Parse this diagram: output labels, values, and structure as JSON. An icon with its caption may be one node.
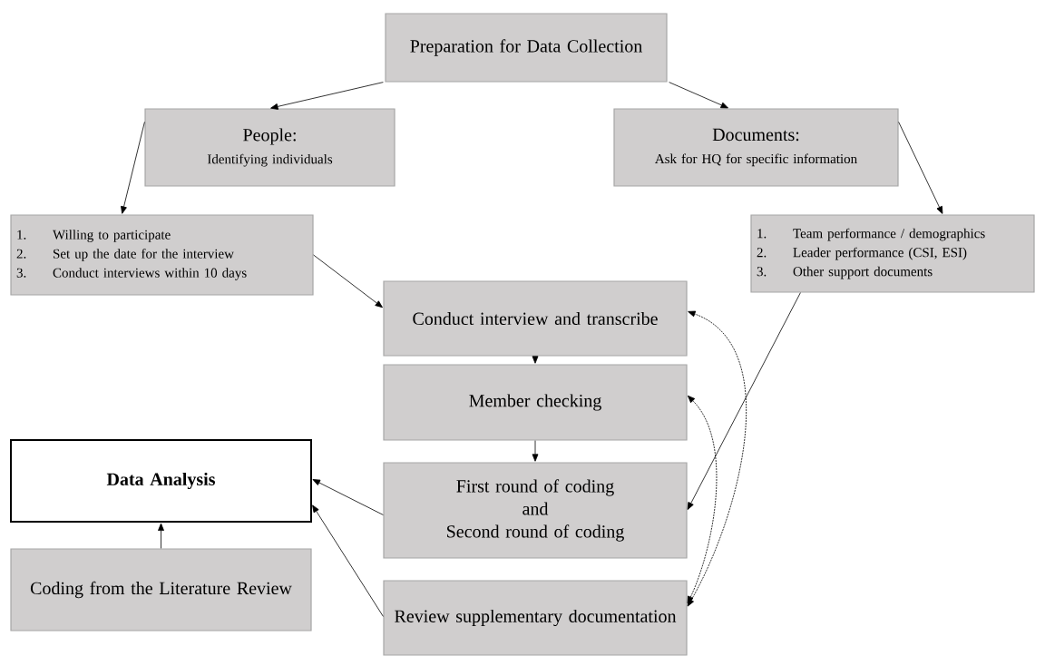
{
  "diagram": {
    "nodes": [
      {
        "text": [
          "Preparation for Data Collection"
        ]
      },
      {
        "text": [
          "People:",
          "Identifying  individuals"
        ]
      },
      {
        "text": [
          "Documents:",
          "Ask for HQ for specific information"
        ]
      },
      {
        "text": [
          "1.",
          "Willing to participate",
          "2.",
          "Set up the date for the interview",
          "3.",
          "Conduct interviews within 10 days"
        ]
      },
      {
        "text": [
          "Conduct interview and transcribe"
        ]
      },
      {
        "text": [
          "Member checking"
        ]
      },
      {
        "text": [
          "1.",
          "Team performance / demographics",
          "2.",
          "Leader performance (CSI, ESI)",
          "3.",
          "Other support documents"
        ]
      },
      {
        "text": [
          "First round of coding",
          "and",
          "Second round of coding"
        ]
      },
      {
        "text": [
          "Data Analysis"
        ]
      },
      {
        "text": [
          "Coding from the Literature Review"
        ]
      },
      {
        "text": [
          "Review supplementary documentation"
        ]
      }
    ],
    "edges": [
      {
        "from": 0,
        "to": 1,
        "arrow": "to"
      },
      {
        "from": 0,
        "to": 2,
        "arrow": "to"
      },
      {
        "from": 1,
        "to": 3,
        "arrow": "to"
      },
      {
        "from": 2,
        "to": 6,
        "arrow": "to"
      },
      {
        "from": 3,
        "to": 4,
        "arrow": "to"
      },
      {
        "from": 4,
        "to": 5,
        "arrow": "to"
      },
      {
        "from": 5,
        "to": 7,
        "arrow": "to"
      },
      {
        "from": 6,
        "to": 7,
        "arrow": "to"
      },
      {
        "from": 7,
        "to": 8,
        "arrow": "to"
      },
      {
        "from": 9,
        "to": 8,
        "arrow": "to"
      },
      {
        "from": 10,
        "to": 8,
        "arrow": "to"
      },
      {
        "from": 10,
        "to": 4,
        "arrow": "both",
        "style": "dashed"
      },
      {
        "from": 10,
        "to": 5,
        "arrow": "both",
        "style": "dashed"
      }
    ]
  }
}
